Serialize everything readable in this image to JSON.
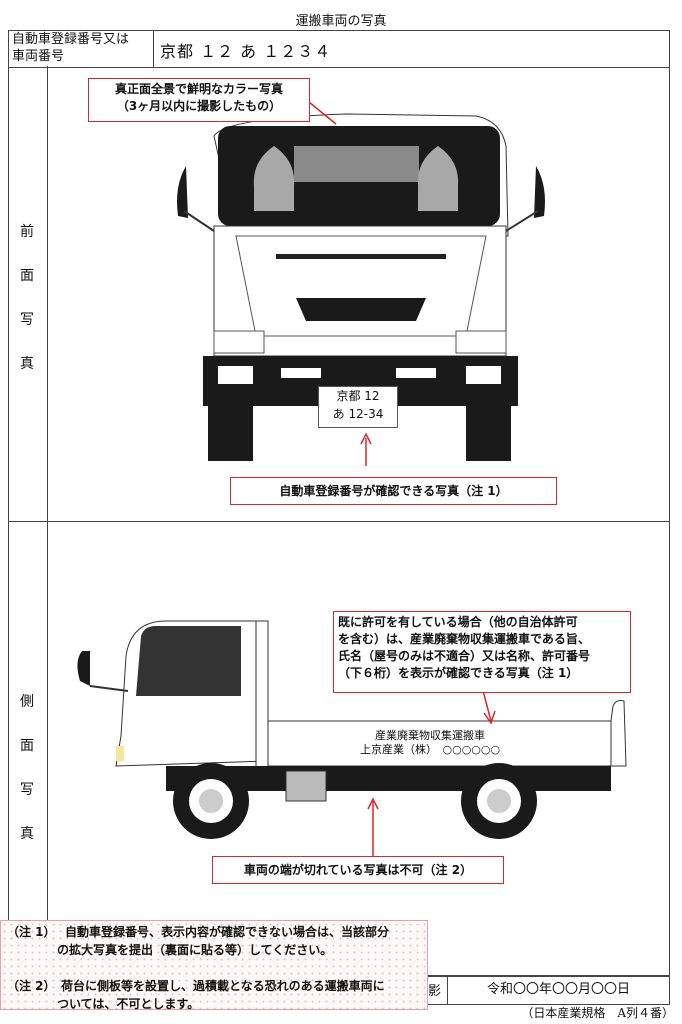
{
  "title": "運搬車両の写真",
  "header": {
    "label_line1": "自動車登録番号又は",
    "label_line2": "車両番号",
    "value": "京都 １２ あ １２３４"
  },
  "front": {
    "label": [
      "前",
      "面",
      "写",
      "真"
    ],
    "callout_line1": "真正面全景で鮮明なカラー写真",
    "callout_line2": "（3ヶ月以内に撮影したもの）",
    "plate_line1": "京都 12",
    "plate_line2": "あ 12-34",
    "bottom_callout": "自動車登録番号が確認できる写真（注 1）"
  },
  "side": {
    "label": [
      "側",
      "面",
      "写",
      "真"
    ],
    "callout_lines": [
      "既に許可を有している場合（他の自治体許可",
      "を含む）は、産業廃棄物収集運搬車である旨、",
      "氏名（屋号のみは不適合）又は名称、許可番号",
      "（下６桁）を表示が確認できる写真（注 1）"
    ],
    "body_text_line1": "産業廃棄物収集運搬車",
    "body_text_line2": "上京産業（株）　○○○○○○",
    "bottom_callout": "車両の端が切れている写真は不可（注 2）"
  },
  "footer": {
    "left_fragment": "影",
    "date": "令和〇〇年〇〇月〇〇日",
    "standard": "（日本産業規格　A列４番）"
  },
  "notes": {
    "n1_label": "（注 1）",
    "n1_line1": "自動車登録番号、表示内容が確認できない場合は、当該部分",
    "n1_line2": "の拡大写真を提出（裏面に貼る等）してください。",
    "n2_label": "（注 2）",
    "n2_line1": "荷台に側板等を設置し、過積載となる恐れのある運搬車両に",
    "n2_line2": "ついては、不可とします。"
  },
  "colors": {
    "callout_border": "#d9272e",
    "note_border": "#e6a0a8"
  }
}
